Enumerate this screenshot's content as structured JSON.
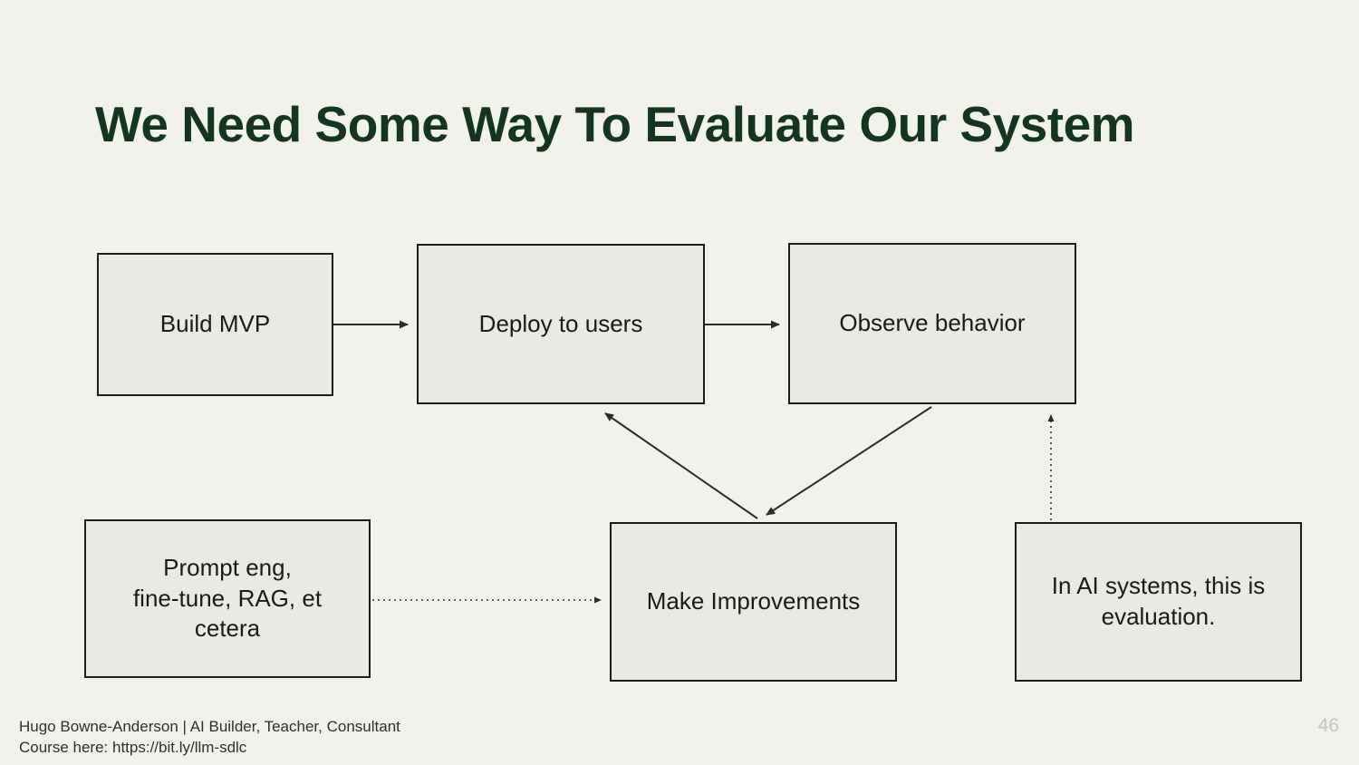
{
  "slide": {
    "title": "We Need Some Way To Evaluate Our System"
  },
  "diagram": {
    "nodes": [
      {
        "id": "build-mvp",
        "label": "Build MVP"
      },
      {
        "id": "deploy-to-users",
        "label": "Deploy to users"
      },
      {
        "id": "observe-behavior",
        "label": "Observe behavior"
      },
      {
        "id": "prompt-eng",
        "label": "Prompt eng,\nfine-tune, RAG, et\ncetera"
      },
      {
        "id": "make-improvements",
        "label": "Make Improvements"
      },
      {
        "id": "evaluation-note",
        "label": "In AI systems, this is\nevaluation."
      }
    ],
    "edges": [
      {
        "from": "build-mvp",
        "to": "deploy-to-users",
        "style": "solid"
      },
      {
        "from": "deploy-to-users",
        "to": "observe-behavior",
        "style": "solid"
      },
      {
        "from": "make-improvements",
        "to": "deploy-to-users",
        "style": "solid"
      },
      {
        "from": "observe-behavior",
        "to": "make-improvements",
        "style": "solid"
      },
      {
        "from": "prompt-eng",
        "to": "make-improvements",
        "style": "dotted"
      },
      {
        "from": "evaluation-note",
        "to": "observe-behavior",
        "style": "dotted"
      }
    ]
  },
  "footer": {
    "author_line": "Hugo Bowne-Anderson | AI Builder, Teacher, Consultant",
    "course_line": "Course here: https://bit.ly/llm-sdlc",
    "page_number": "46"
  },
  "colors": {
    "background": "#F1F2EB",
    "title_green": "#14351F",
    "node_fill": "#E9EAE3",
    "node_border": "#1C1C1C",
    "arrow": "#2B2B2B",
    "footer_text": "#2F2F2F",
    "page_number_gray": "#C4C5C2"
  }
}
